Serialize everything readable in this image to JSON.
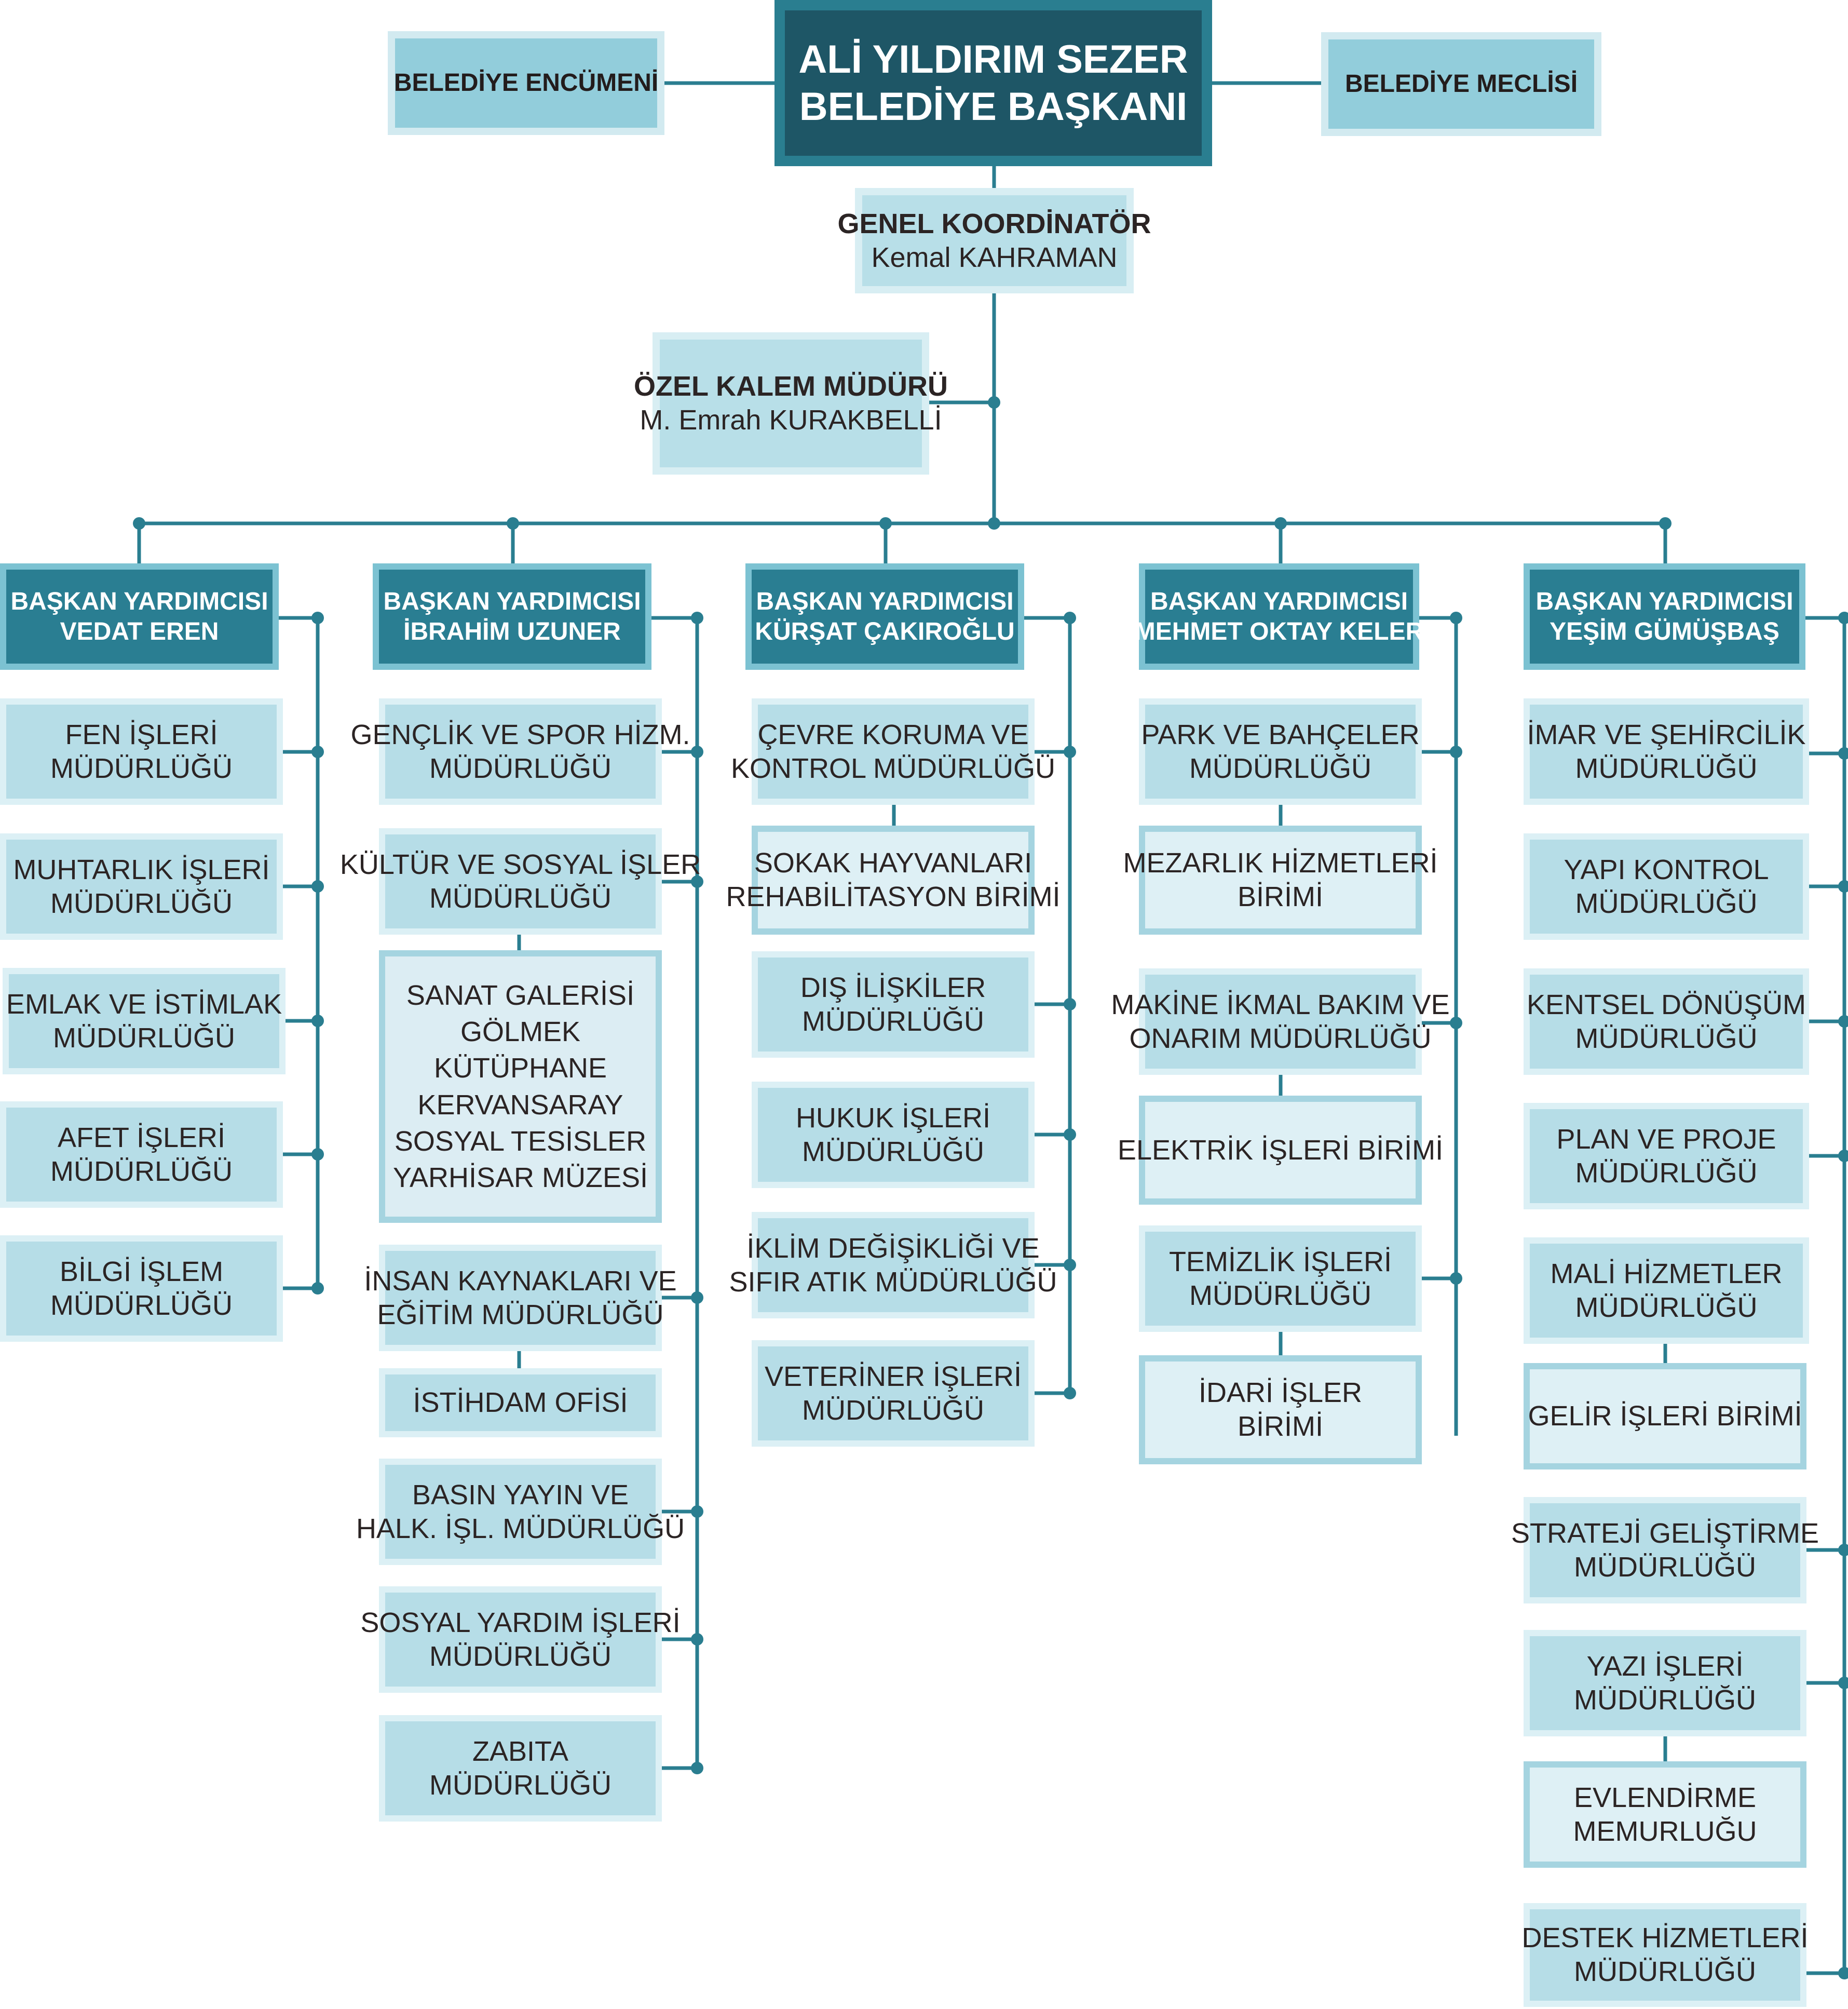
{
  "mayor": {
    "name": "ALİ YILDIRIM SEZER",
    "title": "BELEDİYE BAŞKANI"
  },
  "encumen": "BELEDİYE ENCÜMENİ",
  "meclis": "BELEDİYE MECLİSİ",
  "genel_koordinator": {
    "title": "GENEL KOORDİNATÖR",
    "name": "Kemal KAHRAMAN"
  },
  "ozel_kalem": {
    "title": "ÖZEL KALEM MÜDÜRÜ",
    "name": "M. Emrah KURAKBELLİ"
  },
  "columns": [
    {
      "vp": [
        "BAŞKAN YARDIMCISI",
        "VEDAT EREN"
      ],
      "items": [
        [
          "FEN İŞLERİ",
          "MÜDÜRLÜĞÜ"
        ],
        [
          "MUHTARLIK İŞLERİ",
          "MÜDÜRLÜĞÜ"
        ],
        [
          "EMLAK VE İSTİMLAK",
          "MÜDÜRLÜĞÜ"
        ],
        [
          "AFET İŞLERİ",
          "MÜDÜRLÜĞÜ"
        ],
        [
          "BİLGİ İŞLEM",
          "MÜDÜRLÜĞÜ"
        ]
      ]
    },
    {
      "vp": [
        "BAŞKAN YARDIMCISI",
        "İBRAHİM UZUNER"
      ],
      "items": [
        [
          "GENÇLİK VE SPOR HİZM.",
          "MÜDÜRLÜĞÜ"
        ],
        [
          "KÜLTÜR VE SOSYAL İŞLER",
          "MÜDÜRLÜĞÜ"
        ],
        [
          "SANAT GALERİSİ",
          "GÖLMEK",
          "KÜTÜPHANE",
          "KERVANSARAY",
          "SOSYAL TESİSLER",
          "YARHİSAR MÜZESİ"
        ],
        [
          "İNSAN KAYNAKLARI VE",
          "EĞİTİM MÜDÜRLÜĞÜ"
        ],
        [
          "İSTİHDAM OFİSİ"
        ],
        [
          "BASIN YAYIN VE",
          "HALK. İŞL. MÜDÜRLÜĞÜ"
        ],
        [
          "SOSYAL YARDIM İŞLERİ",
          "MÜDÜRLÜĞÜ"
        ],
        [
          "ZABITA",
          "MÜDÜRLÜĞÜ"
        ]
      ]
    },
    {
      "vp": [
        "BAŞKAN YARDIMCISI",
        "KÜRŞAT ÇAKIROĞLU"
      ],
      "items": [
        [
          "ÇEVRE KORUMA VE",
          "KONTROL MÜDÜRLÜĞÜ"
        ],
        [
          "SOKAK HAYVANLARI",
          "REHABİLİTASYON BİRİMİ"
        ],
        [
          "DIŞ İLİŞKİLER",
          "MÜDÜRLÜĞÜ"
        ],
        [
          "HUKUK İŞLERİ",
          "MÜDÜRLÜĞÜ"
        ],
        [
          "İKLİM DEĞİŞİKLİĞİ VE",
          "SIFIR ATIK MÜDÜRLÜĞÜ"
        ],
        [
          "VETERİNER İŞLERİ",
          "MÜDÜRLÜĞÜ"
        ]
      ]
    },
    {
      "vp": [
        "BAŞKAN YARDIMCISI",
        "MEHMET OKTAY KELER"
      ],
      "items": [
        [
          "PARK VE BAHÇELER",
          "MÜDÜRLÜĞÜ"
        ],
        [
          "MEZARLIK HİZMETLERİ",
          "BİRİMİ"
        ],
        [
          "MAKİNE İKMAL BAKIM VE",
          "ONARIM MÜDÜRLÜĞÜ"
        ],
        [
          "ELEKTRİK İŞLERİ BİRİMİ"
        ],
        [
          "TEMİZLİK İŞLERİ",
          "MÜDÜRLÜĞÜ"
        ],
        [
          "İDARİ İŞLER",
          "BİRİMİ"
        ]
      ]
    },
    {
      "vp": [
        "BAŞKAN YARDIMCISI",
        "YEŞİM GÜMÜŞBAŞ"
      ],
      "items": [
        [
          "İMAR VE ŞEHİRCİLİK",
          "MÜDÜRLÜĞÜ"
        ],
        [
          "YAPI KONTROL",
          "MÜDÜRLÜĞÜ"
        ],
        [
          "KENTSEL DÖNÜŞÜM",
          "MÜDÜRLÜĞÜ"
        ],
        [
          "PLAN VE PROJE",
          "MÜDÜRLÜĞÜ"
        ],
        [
          "MALİ HİZMETLER",
          "MÜDÜRLÜĞÜ"
        ],
        [
          "GELİR İŞLERİ BİRİMİ"
        ],
        [
          "STRATEJİ GELİŞTİRME",
          "MÜDÜRLÜĞÜ"
        ],
        [
          "YAZI İŞLERİ",
          "MÜDÜRLÜĞÜ"
        ],
        [
          "EVLENDİRME",
          "MEMURLUĞU"
        ],
        [
          "DESTEK HİZMETLERİ",
          "MÜDÜRLÜĞÜ"
        ]
      ]
    }
  ]
}
